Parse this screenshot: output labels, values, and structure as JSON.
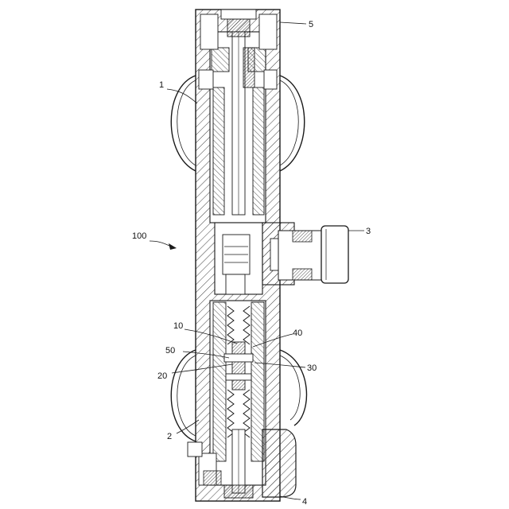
{
  "figure": {
    "labels": {
      "assembly": "100",
      "part1": "1",
      "part2": "2",
      "part3": "3",
      "part4": "4",
      "part5": "5",
      "part10": "10",
      "part20": "20",
      "part30": "30",
      "part40": "40",
      "part50": "50"
    },
    "colors": {
      "line": "#1a1a1a",
      "background": "#ffffff",
      "hatch": "#2a2a2a"
    }
  }
}
